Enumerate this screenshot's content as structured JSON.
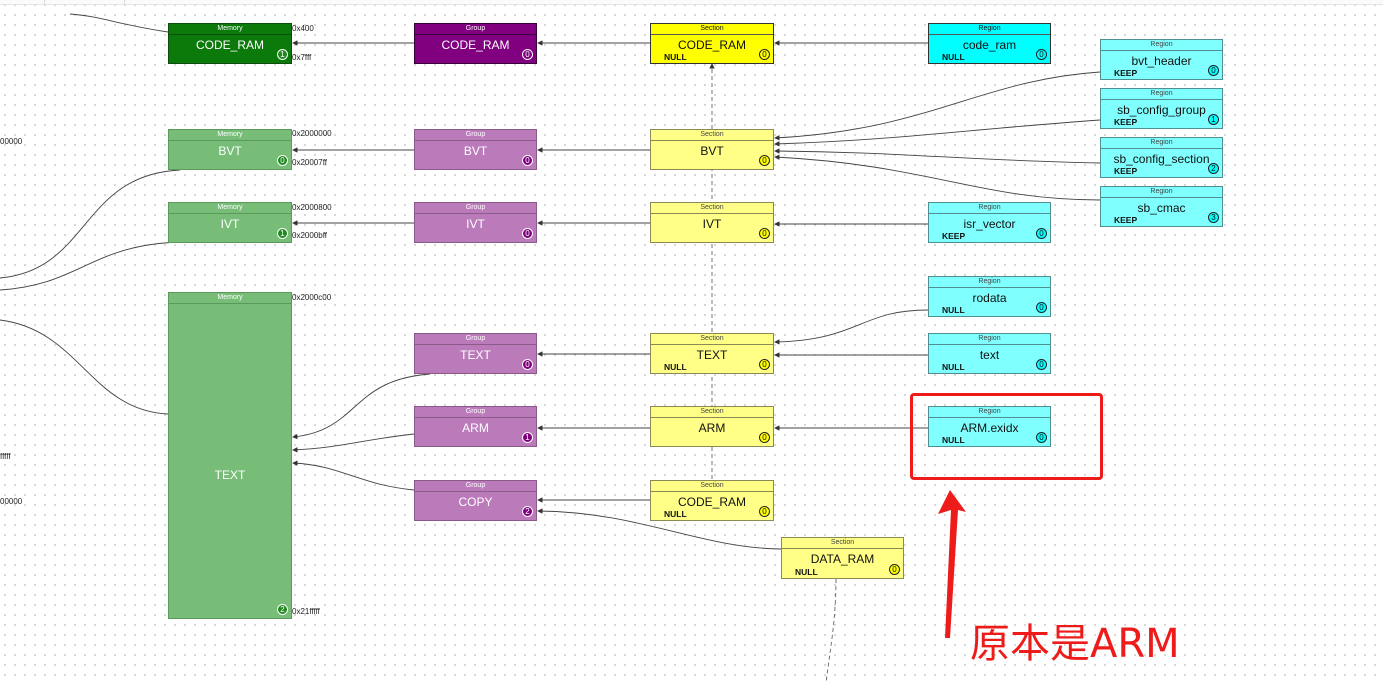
{
  "memories": {
    "code_ram": {
      "type": "Memory",
      "name": "CODE_RAM",
      "badge": "1",
      "start": "0x400",
      "end": "0x7fff"
    },
    "bvt": {
      "type": "Memory",
      "name": "BVT",
      "badge": "0",
      "start": "0x2000000",
      "end": "0x20007ff"
    },
    "ivt": {
      "type": "Memory",
      "name": "IVT",
      "badge": "1",
      "start": "0x2000800",
      "end": "0x2000bff"
    },
    "text": {
      "type": "Memory",
      "name": "TEXT",
      "badge": "2",
      "start": "0x2000c00",
      "end": "0x21fffff"
    }
  },
  "groups": {
    "code_ram": {
      "type": "Group",
      "name": "CODE_RAM",
      "badge": "0"
    },
    "bvt": {
      "type": "Group",
      "name": "BVT",
      "badge": "0"
    },
    "ivt": {
      "type": "Group",
      "name": "IVT",
      "badge": "0"
    },
    "text": {
      "type": "Group",
      "name": "TEXT",
      "badge": "0"
    },
    "arm": {
      "type": "Group",
      "name": "ARM",
      "badge": "1"
    },
    "copy": {
      "type": "Group",
      "name": "COPY",
      "badge": "2"
    }
  },
  "sections": {
    "code_ram": {
      "type": "Section",
      "name": "CODE_RAM",
      "flag": "NULL",
      "badge": "0"
    },
    "bvt": {
      "type": "Section",
      "name": "BVT",
      "flag": "",
      "badge": "0"
    },
    "ivt": {
      "type": "Section",
      "name": "IVT",
      "flag": "",
      "badge": "0"
    },
    "text": {
      "type": "Section",
      "name": "TEXT",
      "flag": "NULL",
      "badge": "0"
    },
    "arm": {
      "type": "Section",
      "name": "ARM",
      "flag": "",
      "badge": "0"
    },
    "code_ram2": {
      "type": "Section",
      "name": "CODE_RAM",
      "flag": "NULL",
      "badge": "0"
    },
    "data_ram": {
      "type": "Section",
      "name": "DATA_RAM",
      "flag": "NULL",
      "badge": "0"
    }
  },
  "regions": {
    "code_ram": {
      "type": "Region",
      "name": "code_ram",
      "flag": "NULL",
      "badge": "0"
    },
    "bvt_header": {
      "type": "Region",
      "name": "bvt_header",
      "flag": "KEEP",
      "badge": "0"
    },
    "sb_config_group": {
      "type": "Region",
      "name": "sb_config_group",
      "flag": "KEEP",
      "badge": "1"
    },
    "sb_config_section": {
      "type": "Region",
      "name": "sb_config_section",
      "flag": "KEEP",
      "badge": "2"
    },
    "sb_cmac": {
      "type": "Region",
      "name": "sb_cmac",
      "flag": "KEEP",
      "badge": "3"
    },
    "isr_vector": {
      "type": "Region",
      "name": "isr_vector",
      "flag": "KEEP",
      "badge": "0"
    },
    "rodata": {
      "type": "Region",
      "name": "rodata",
      "flag": "NULL",
      "badge": "0"
    },
    "text": {
      "type": "Region",
      "name": "text",
      "flag": "NULL",
      "badge": "0"
    },
    "arm_exidx": {
      "type": "Region",
      "name": "ARM.exidx",
      "flag": "NULL",
      "badge": "0"
    }
  },
  "left_stubs": {
    "a": "00000",
    "b": "fffff",
    "c": "00000"
  },
  "annotation": {
    "text": "原本是ARM",
    "color": "#ee1b1b"
  },
  "colors": {
    "memory_highlight": "#0b7a0b",
    "memory": "#77bd78",
    "group_highlight": "#800080",
    "group": "#bb7bbb",
    "section_highlight": "#ffff00",
    "section": "#ffff88",
    "region_highlight": "#00ffff",
    "region": "#80ffff"
  }
}
